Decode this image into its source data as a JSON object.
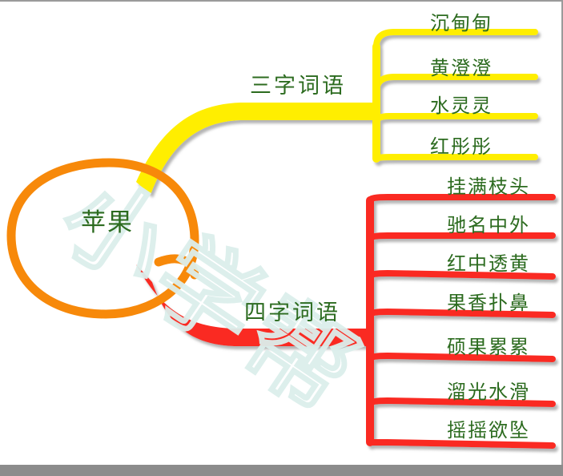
{
  "document": {
    "title": "苹果 词语 思维导图",
    "background_color": "#ffffff",
    "frame_color": "#9a9a9a",
    "bottom_bar_color": "#8c8c8c"
  },
  "watermark": {
    "text": "小学帮",
    "color": "#dcefec",
    "rotation_deg": 34
  },
  "palette": {
    "center_stroke": "#f7890a",
    "branch_yellow": "#ffee00",
    "branch_red": "#fa2b21",
    "text_green": "#2c6b1f",
    "shadow": "#b8b8b8"
  },
  "mindmap": {
    "type": "mindmap",
    "center": {
      "label": "苹果",
      "shape": "hand-drawn-ellipse",
      "stroke_color": "#f7890a"
    },
    "branches": [
      {
        "id": "three-char",
        "label": "三字词语",
        "color": "#ffee00",
        "leaves": [
          {
            "label": "沉甸甸"
          },
          {
            "label": "黄澄澄"
          },
          {
            "label": "水灵灵"
          },
          {
            "label": "红彤彤"
          }
        ]
      },
      {
        "id": "four-char",
        "label": "四字词语",
        "color": "#fa2b21",
        "leaves": [
          {
            "label": "挂满枝头"
          },
          {
            "label": "驰名中外"
          },
          {
            "label": "红中透黄"
          },
          {
            "label": "果香扑鼻"
          },
          {
            "label": "硕果累累"
          },
          {
            "label": "溜光水滑"
          },
          {
            "label": "摇摇欲坠"
          }
        ]
      }
    ]
  }
}
